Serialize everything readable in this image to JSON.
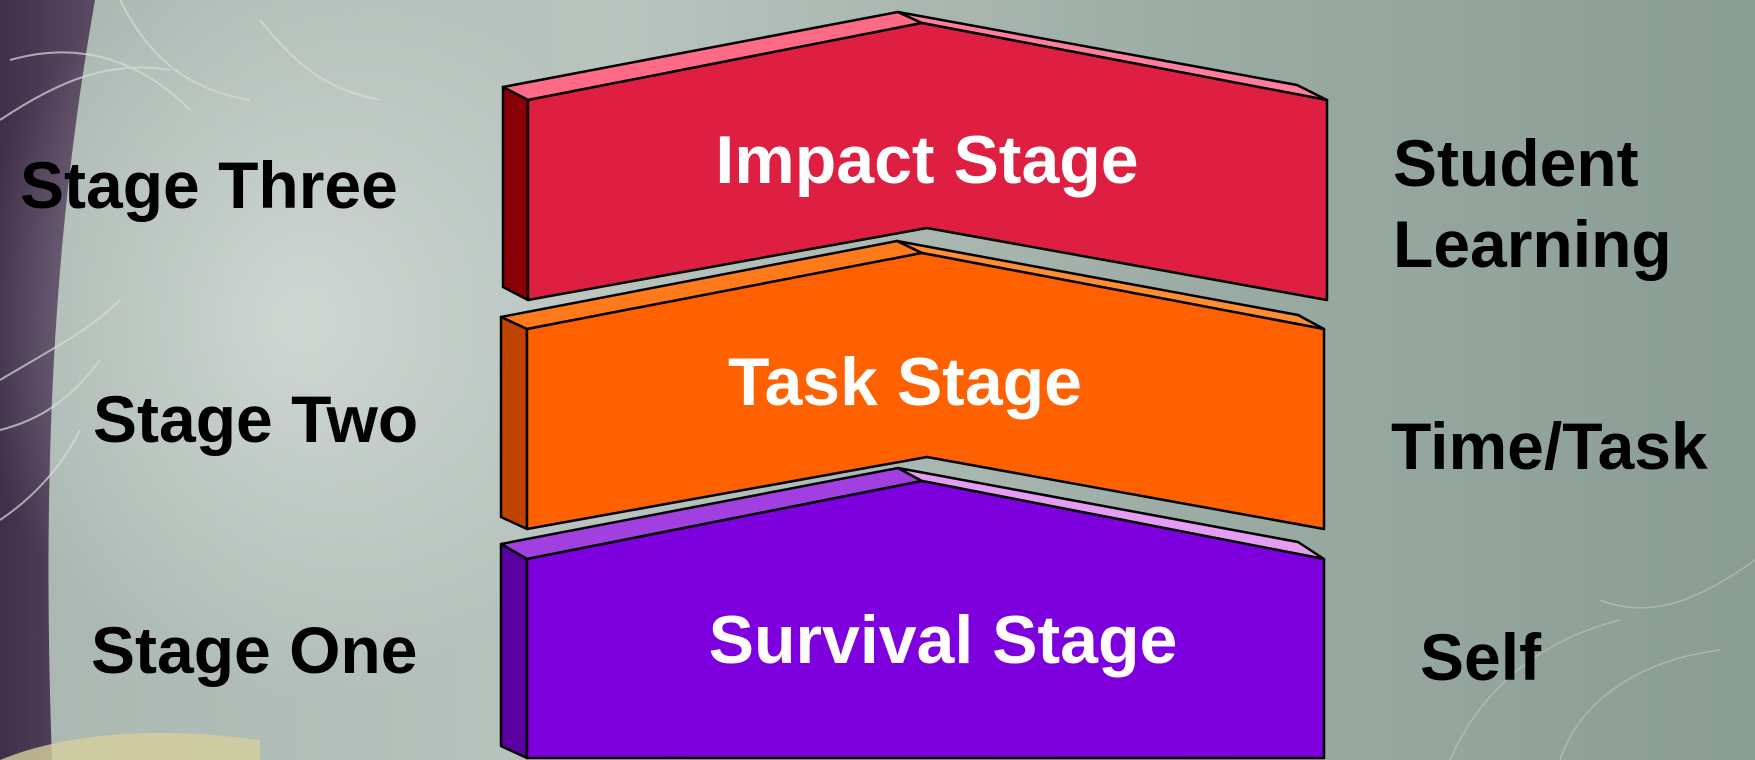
{
  "diagram": {
    "blocks": [
      {
        "title": "Impact Stage",
        "stage": "Stage Three",
        "focus": "Student\nLearning",
        "colors": {
          "face": "#de1f42",
          "top_left": "#ff6b86",
          "top_right": "#ff7ea0",
          "side": "#8a0008"
        }
      },
      {
        "title": "Task Stage",
        "stage": "Stage Two",
        "focus": "Time/Task",
        "colors": {
          "face": "#ff6000",
          "top_left": "#ff7a1a",
          "top_right": "#ff8d33",
          "side": "#c04400"
        }
      },
      {
        "title": "Survival Stage",
        "stage": "Stage One",
        "focus": "Self",
        "colors": {
          "face": "#7e00de",
          "top_left": "#a13fe0",
          "top_right": "#e59cf5",
          "side": "#5a00a0"
        }
      }
    ]
  }
}
